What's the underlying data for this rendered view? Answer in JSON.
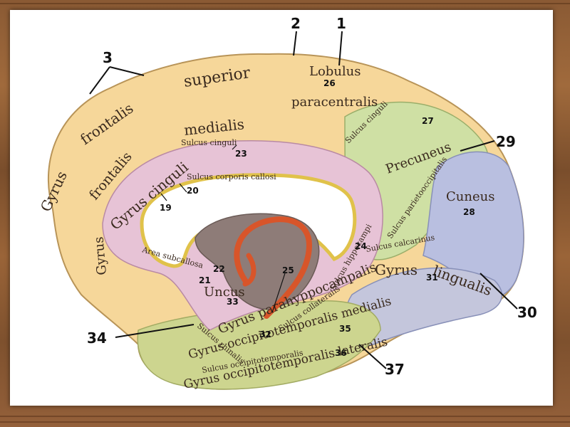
{
  "diagram": {
    "labels": {
      "gyrus_frontalis_superior_1": "Gyrus",
      "gyrus_frontalis_superior_2": "frontalis",
      "gyrus_frontalis_superior_3": "superior",
      "gyrus_frontalis_medialis_1": "frontalis",
      "gyrus_frontalis_medialis_2": "medialis",
      "gyrus_label_vertical": "Gyrus",
      "sulcus_cinguli": "Sulcus cinguli",
      "gyrus_cinguli": "Gyrus cinguli",
      "sulcus_corporis_callosi": "Sulcus corporis callosi",
      "lobulus": "Lobulus",
      "paracentralis": "paracentralis",
      "sulcus_cinguli_2": "Sulcus cinguli",
      "precuneus": "Precuneus",
      "sulcus_parietooccipitalis": "Sulcus parietooccipitalis",
      "cuneus": "Cuneus",
      "sulcus_calcarinus": "Sulcus calcarinus",
      "gyrus_lingualis_1": "Gyrus",
      "gyrus_lingualis_2": "lingualis",
      "area_subcallosa": "Area subcallosa",
      "sulcus_hippocampi": "Sulcus hippocampi",
      "uncus": "Uncus",
      "gyrus_parahippocampalis": "Gyrus parahyppocampalis",
      "sulcus_collateralis": "Sulcus collateralis",
      "sulcus_rhinalis": "Sulcus rhinalis",
      "gyrus_occipitotemporalis_medialis": "Gyrus occipitotemporalis medialis",
      "sulcus_occipitotemporalis": "Sulcus occipitotemporalis",
      "gyrus_occipitotemporalis_lateralis": "Gyrus occipitotemporalis lateralis"
    },
    "numbers": {
      "n1": "1",
      "n2": "2",
      "n3": "3",
      "n19": "19",
      "n20": "20",
      "n21": "21",
      "n22": "22",
      "n23": "23",
      "n24": "24",
      "n25": "25",
      "n26": "26",
      "n27": "27",
      "n28": "28",
      "n29": "29",
      "n30": "30",
      "n31": "31",
      "n32": "32",
      "n33": "33",
      "n34": "34",
      "n35": "35",
      "n36": "36",
      "n37": "37"
    },
    "colors": {
      "frontal": "#f6d79a",
      "cingulate": "#e7c3d6",
      "precuneus": "#cfe0a4",
      "cuneus": "#b9bfe0",
      "temporal": "#cdd58f",
      "corpus_callosum": "#ffffff",
      "callosum_border": "#e0c24a",
      "fornix": "#d8552a",
      "thalamus": "#8e7c78"
    }
  }
}
